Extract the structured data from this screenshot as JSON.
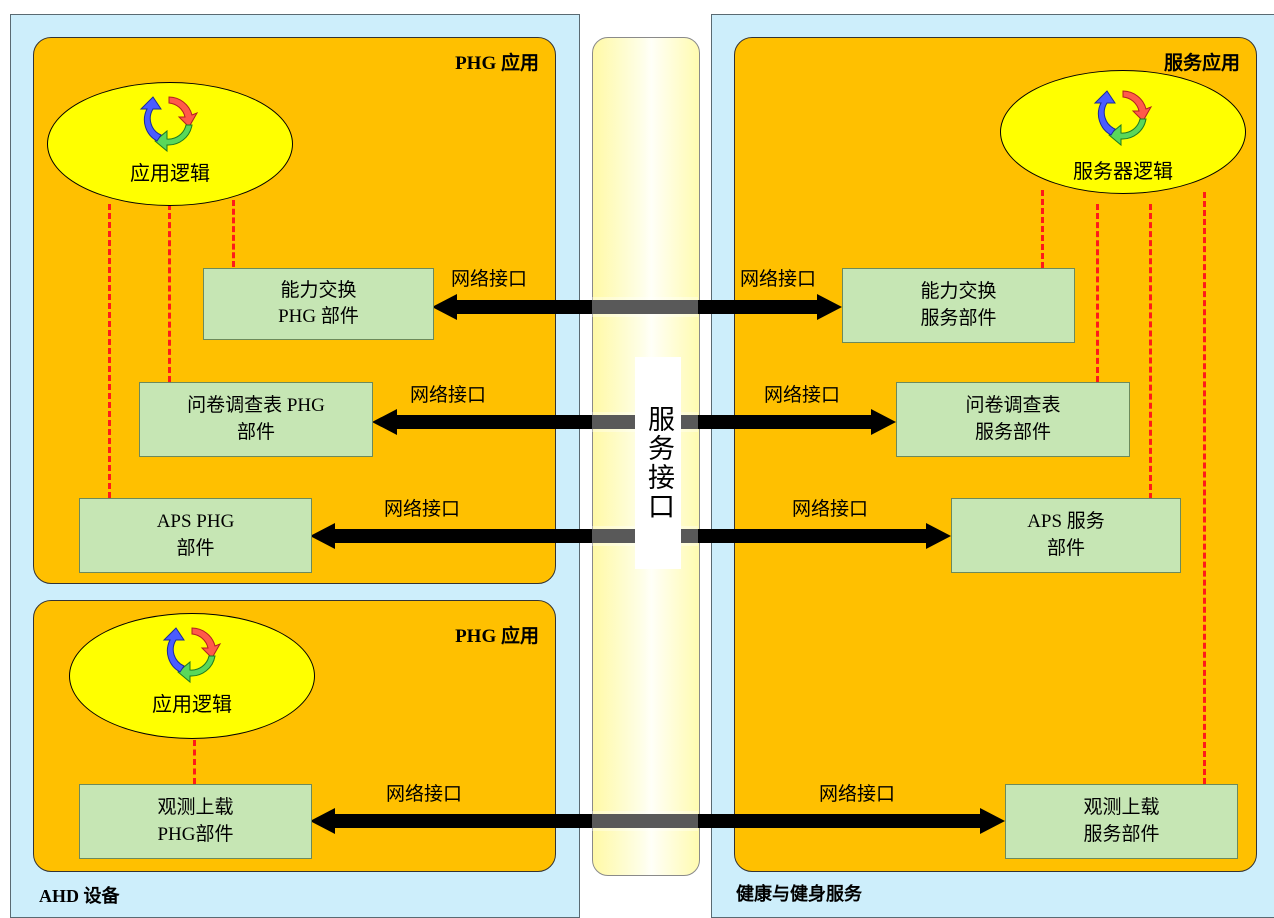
{
  "panels": {
    "left_label": "AHD 设备",
    "right_label": "健康与健身服务"
  },
  "left_top_app": {
    "title": "PHG 应用",
    "logic_label": "应用逻辑",
    "components": {
      "capability": [
        "能力交换",
        "PHG 部件"
      ],
      "questionnaire": [
        "问卷调查表 PHG",
        "部件"
      ],
      "aps": [
        "APS PHG",
        "部件"
      ]
    }
  },
  "left_bottom_app": {
    "title": "PHG 应用",
    "logic_label": "应用逻辑",
    "components": {
      "observation": [
        "观测上载",
        "PHG部件"
      ]
    }
  },
  "right_app": {
    "title": "服务应用",
    "logic_label": "服务器逻辑",
    "components": {
      "capability": [
        "能力交换",
        "服务部件"
      ],
      "questionnaire": [
        "问卷调查表",
        "服务部件"
      ],
      "aps": [
        "APS 服务",
        "部件"
      ],
      "observation": [
        "观测上载",
        "服务部件"
      ]
    }
  },
  "service_interface": "服务接口",
  "network_interface_label": "网络接口",
  "icon": "cycle-arrows-icon",
  "colors": {
    "panel_bg": "#cdeefb",
    "app_bg": "#ffc000",
    "component_bg": "#c6e6b4",
    "ellipse_bg": "#ffff00",
    "dashed_link": "#ff1a1a",
    "arrow": "#000000"
  }
}
